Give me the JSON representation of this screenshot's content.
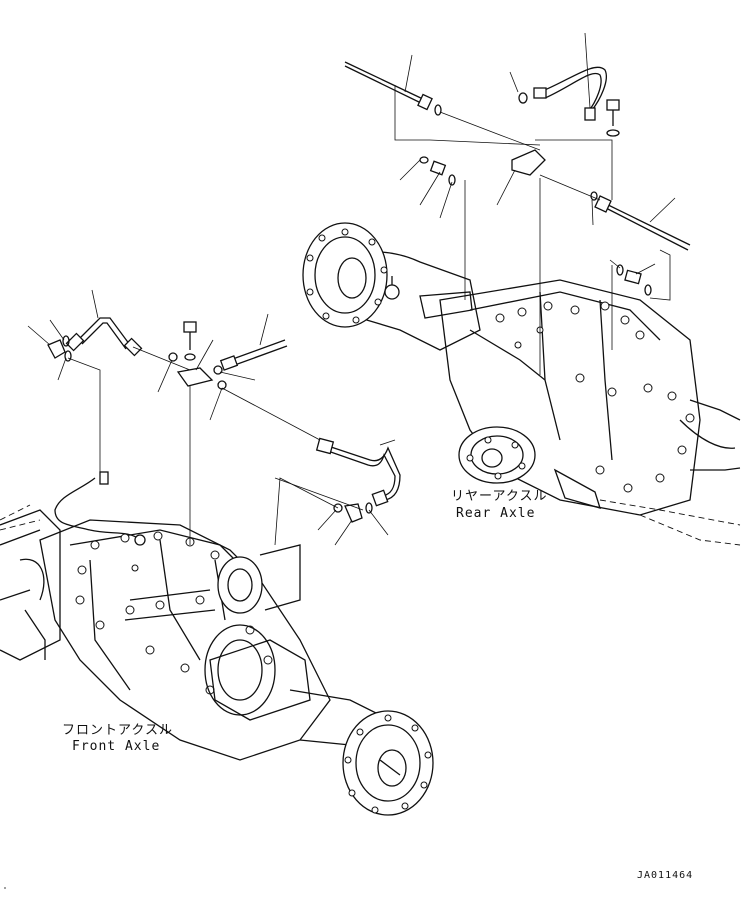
{
  "labels": {
    "rear_axle_jp": "リヤーアクスル",
    "rear_axle_en": "Rear Axle",
    "front_axle_jp": "フロントアクスル",
    "front_axle_en": "Front Axle",
    "drawing_id": "JA011464"
  },
  "colors": {
    "line": "#111111",
    "background": "#ffffff"
  }
}
